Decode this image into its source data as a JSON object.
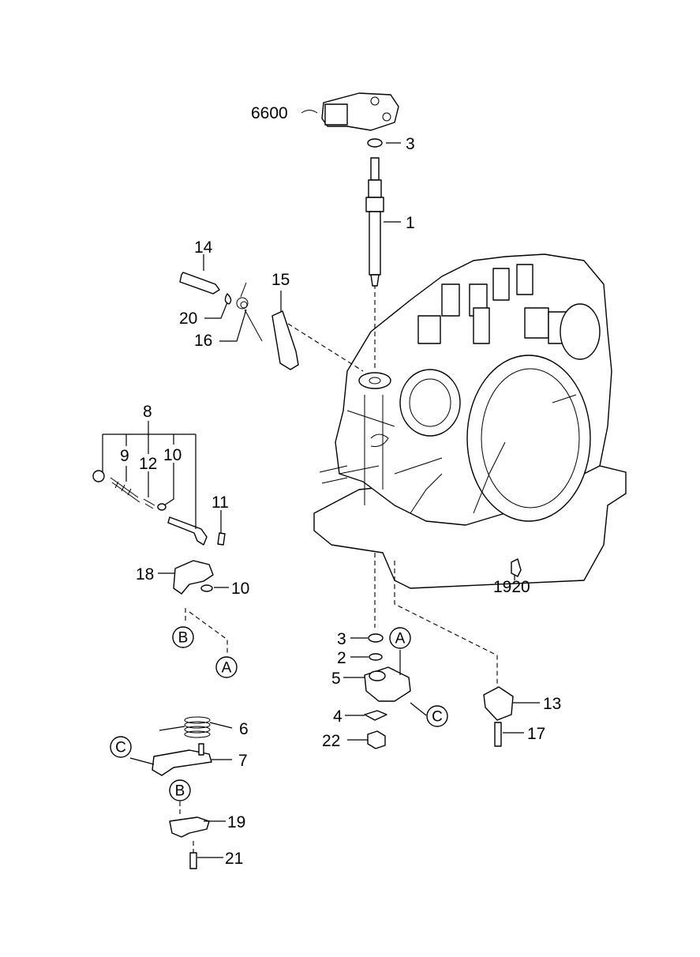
{
  "diagram": {
    "callouts": {
      "c6600": "6600",
      "c3_top": "3",
      "c1": "1",
      "c14": "14",
      "c15": "15",
      "c20": "20",
      "c16": "16",
      "c8": "8",
      "c9": "9",
      "c12": "12",
      "c10_top": "10",
      "c11": "11",
      "c18": "18",
      "c10_bottom": "10",
      "c1920": "1920",
      "c3_bottom": "3",
      "c2": "2",
      "c5": "5",
      "c4": "4",
      "c22": "22",
      "c13": "13",
      "c17": "17",
      "c6": "6",
      "c7": "7",
      "c19": "19",
      "c21": "21"
    },
    "refs": {
      "ref_b_left": "B",
      "ref_a_left": "A",
      "ref_a_center": "A",
      "ref_c_center": "C",
      "ref_c_left": "C",
      "ref_b_bottom": "B"
    }
  }
}
